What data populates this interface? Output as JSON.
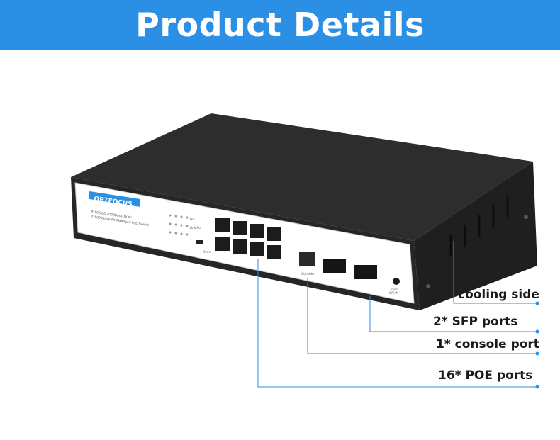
{
  "banner": {
    "title": "Product Details"
  },
  "device": {
    "brand": "OPTFOCUS",
    "model_line1": "8*10/100/1000Base-TX Ni",
    "model_line2": "2*1000Base-FX Managed PoE Switch",
    "panel_labels": {
      "poe": "PoE",
      "link_act": "Link/Act",
      "console": "Console",
      "reset": "Reset",
      "sys": "SYS",
      "mode": "Mode"
    }
  },
  "callouts": [
    {
      "id": "cooling",
      "text": "cooling side"
    },
    {
      "id": "sfp",
      "text": "2* SFP ports"
    },
    {
      "id": "console",
      "text": "1* console port"
    },
    {
      "id": "poe",
      "text": "16* POE ports"
    }
  ],
  "colors": {
    "banner": "#2b8fe6",
    "callout_line": "#2b8fe6",
    "device_body": "#2a2a2a",
    "device_face": "#ffffff"
  }
}
